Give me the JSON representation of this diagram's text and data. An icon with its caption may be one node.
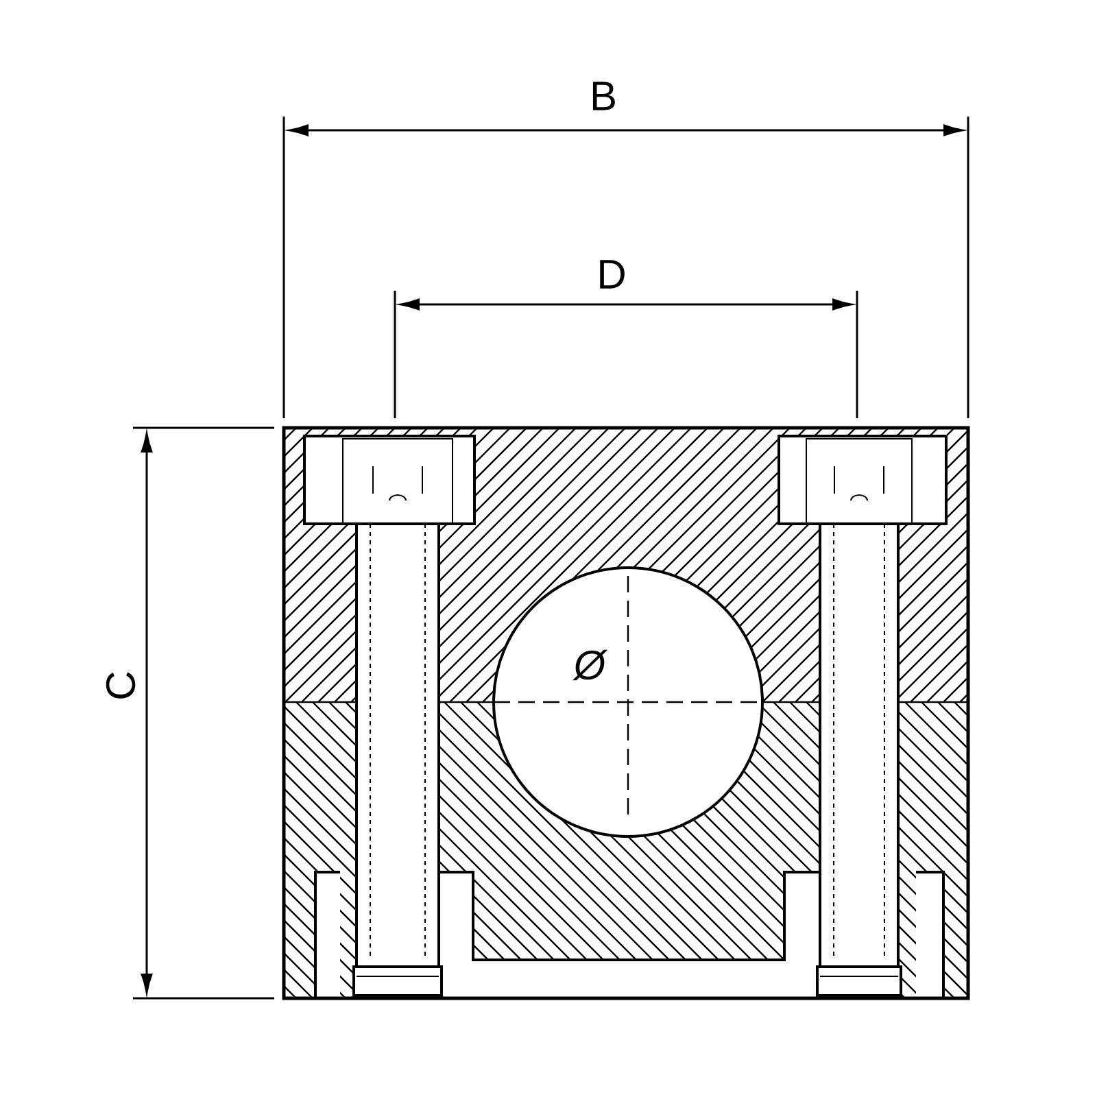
{
  "diagram": {
    "labels": [
      "B",
      "D",
      "C",
      "Ø"
    ]
  }
}
